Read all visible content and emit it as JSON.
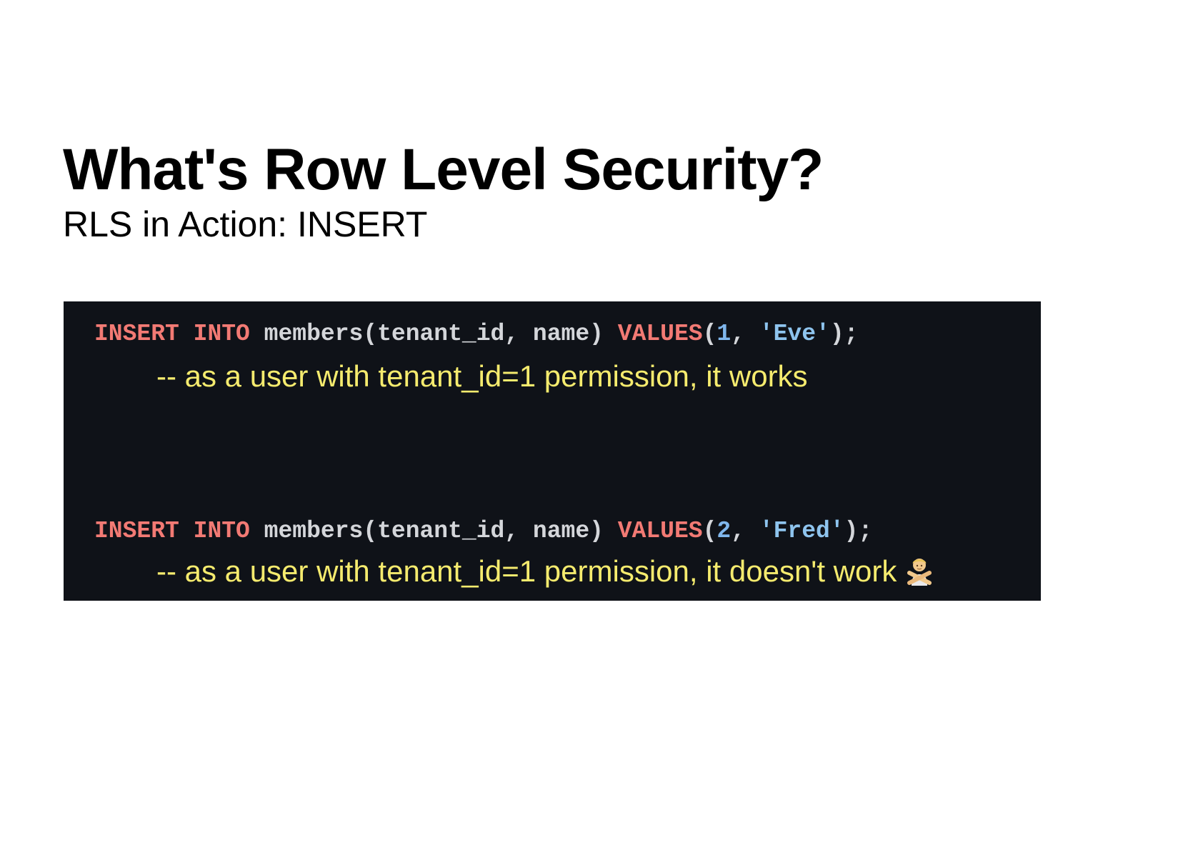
{
  "slide": {
    "title": "What's Row Level Security?",
    "subtitle": "RLS in Action: INSERT"
  },
  "code": {
    "statement_1": {
      "kw_insert": "INSERT",
      "kw_into": "INTO",
      "table_cols": "members(tenant_id, name)",
      "kw_values": "VALUES",
      "open_paren": "(",
      "num": "1",
      "comma": ", ",
      "str": "'Eve'",
      "close": ");",
      "comment": "-- as a user with tenant_id=1 permission, it works"
    },
    "statement_2": {
      "kw_insert": "INSERT",
      "kw_into": "INTO",
      "table_cols": "members(tenant_id, name)",
      "kw_values": "VALUES",
      "open_paren": "(",
      "num": "2",
      "comma": ", ",
      "str": "'Fred'",
      "close": ");",
      "comment": "-- as a user with tenant_id=1 permission, it doesn't work",
      "comment_icon": "person-gesturing-no-icon"
    }
  },
  "colors": {
    "background": "#ffffff",
    "code_background": "#0f1218",
    "keyword": "#f27a74",
    "number": "#7fb6ec",
    "string": "#8ec4ee",
    "plain_code": "#d4d6da",
    "comment": "#f5eb6e"
  }
}
